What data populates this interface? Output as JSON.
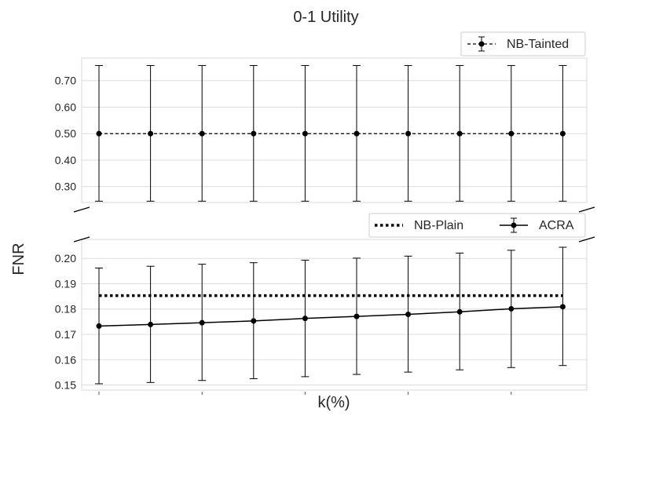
{
  "chart_data": {
    "type": "line",
    "title": "0-1 Utility",
    "xlabel": "k(%)",
    "ylabel": "FNR",
    "x": [
      0,
      1,
      2,
      3,
      4,
      5,
      6,
      7,
      8,
      9
    ],
    "grid": true,
    "broken_axis": true,
    "upper_panel": {
      "ylim": [
        0.24,
        0.785
      ],
      "yticks": [
        "0.30",
        "0.40",
        "0.50",
        "0.60",
        "0.70"
      ],
      "legend_position": "upper-right",
      "series": [
        {
          "name": "NB-Tainted",
          "style": "dashed",
          "values": [
            0.5,
            0.5,
            0.5,
            0.5,
            0.5,
            0.5,
            0.5,
            0.5,
            0.5,
            0.5
          ],
          "err_low": [
            0.245,
            0.245,
            0.245,
            0.245,
            0.245,
            0.245,
            0.245,
            0.245,
            0.245,
            0.245
          ],
          "err_high": [
            0.757,
            0.757,
            0.757,
            0.757,
            0.757,
            0.757,
            0.757,
            0.757,
            0.757,
            0.757
          ]
        }
      ]
    },
    "lower_panel": {
      "ylim": [
        0.148,
        0.2075
      ],
      "yticks": [
        "0.15",
        "0.16",
        "0.17",
        "0.18",
        "0.19",
        "0.20"
      ],
      "legend_position": "upper-right",
      "series": [
        {
          "name": "NB-Plain",
          "style": "dotted",
          "values": [
            0.1853,
            0.1853,
            0.1853,
            0.1853,
            0.1853,
            0.1853,
            0.1853,
            0.1853,
            0.1853,
            0.1853
          ]
        },
        {
          "name": "ACRA",
          "style": "solid",
          "values": [
            0.1733,
            0.1739,
            0.1746,
            0.1753,
            0.1763,
            0.1771,
            0.1779,
            0.1789,
            0.1801,
            0.1809
          ],
          "err_low": [
            0.1505,
            0.151,
            0.1518,
            0.1525,
            0.1533,
            0.1542,
            0.1551,
            0.156,
            0.1569,
            0.1577
          ],
          "err_high": [
            0.1962,
            0.1969,
            0.1977,
            0.1983,
            0.1993,
            0.2001,
            0.2009,
            0.2021,
            0.2032,
            0.2044
          ]
        }
      ]
    }
  }
}
